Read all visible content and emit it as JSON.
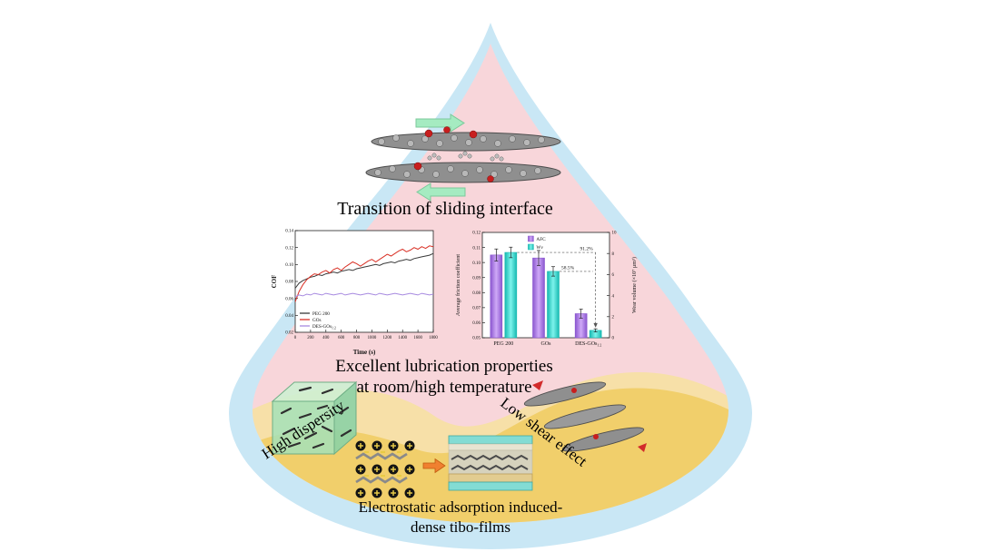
{
  "labels": {
    "transition": "Transition of sliding interface",
    "lubrication_line1": "Excellent lubrication  properties",
    "lubrication_line2": "at room/high temperature",
    "high_dispersity": "High  dispersity",
    "low_shear": "Low shear effect",
    "electrostatic_line1": "Electrostatic adsorption induced-",
    "electrostatic_line2": "dense tibo-films"
  },
  "colors": {
    "droplet_outer_blue": "#c9e7f5",
    "droplet_inner_pink": "#f8d6da",
    "sand_light": "#f7e0a8",
    "sand_deep": "#f1cf6b",
    "arrow_green": "#a5ebc1",
    "afc_purple": "#8a56cf",
    "wv_cyan": "#17b9b1",
    "go_red": "#c81e1e"
  },
  "chart_data": [
    {
      "type": "line",
      "title": "",
      "xlabel": "Time (s)",
      "ylabel": "COF",
      "xlim": [
        0,
        1800
      ],
      "ylim": [
        0.02,
        0.14
      ],
      "xticks": [
        0,
        200,
        400,
        600,
        800,
        1000,
        1200,
        1400,
        1600,
        1800
      ],
      "yticks": [
        0.02,
        0.04,
        0.06,
        0.08,
        0.1,
        0.12,
        0.14
      ],
      "x_step": 50,
      "legend_position": "bottom-left",
      "grid": false,
      "series": [
        {
          "name": "PEG 200",
          "color": "#3a3a3a",
          "values": [
            0.072,
            0.078,
            0.081,
            0.083,
            0.085,
            0.086,
            0.088,
            0.087,
            0.089,
            0.09,
            0.091,
            0.09,
            0.092,
            0.093,
            0.094,
            0.093,
            0.095,
            0.096,
            0.097,
            0.098,
            0.099,
            0.1,
            0.099,
            0.101,
            0.102,
            0.103,
            0.102,
            0.104,
            0.105,
            0.106,
            0.105,
            0.107,
            0.108,
            0.109,
            0.11,
            0.111,
            0.113
          ]
        },
        {
          "name": "GOs",
          "color": "#d93025",
          "values": [
            0.056,
            0.068,
            0.076,
            0.082,
            0.086,
            0.089,
            0.088,
            0.091,
            0.093,
            0.09,
            0.094,
            0.096,
            0.093,
            0.097,
            0.1,
            0.103,
            0.101,
            0.098,
            0.101,
            0.104,
            0.106,
            0.103,
            0.106,
            0.109,
            0.112,
            0.11,
            0.113,
            0.116,
            0.118,
            0.115,
            0.117,
            0.12,
            0.118,
            0.121,
            0.119,
            0.122,
            0.121
          ]
        },
        {
          "name": "DES-GOs",
          "name_sub": "1:2",
          "color": "#a78ae0",
          "values": [
            0.062,
            0.064,
            0.063,
            0.065,
            0.064,
            0.066,
            0.065,
            0.064,
            0.066,
            0.065,
            0.064,
            0.065,
            0.066,
            0.064,
            0.065,
            0.066,
            0.065,
            0.064,
            0.065,
            0.066,
            0.065,
            0.064,
            0.066,
            0.065,
            0.064,
            0.065,
            0.066,
            0.065,
            0.064,
            0.065,
            0.066,
            0.065,
            0.064,
            0.066,
            0.065,
            0.064,
            0.065
          ]
        }
      ]
    },
    {
      "type": "bar",
      "categories": [
        {
          "label": "PEG 200"
        },
        {
          "label": "GOs"
        },
        {
          "label": "DES-GOs",
          "sub": "1:2"
        }
      ],
      "left_axis": {
        "label": "Average friction coefficient",
        "min": 0.05,
        "max": 0.12,
        "ticks": [
          0.05,
          0.06,
          0.07,
          0.08,
          0.09,
          0.1,
          0.11,
          0.12
        ]
      },
      "right_axis": {
        "label": "Wear volume (×10⁷ μm³)",
        "min": 0,
        "max": 10,
        "ticks": [
          0,
          2,
          4,
          6,
          8,
          10
        ]
      },
      "series": [
        {
          "name": "AFC",
          "axis": "left",
          "light": "#cfa9f7",
          "dark": "#8a56cf",
          "values": [
            0.105,
            0.103,
            0.066
          ],
          "errors": [
            0.004,
            0.005,
            0.003
          ]
        },
        {
          "name": "Wv",
          "axis": "right",
          "light": "#7df3ec",
          "dark": "#17b9b1",
          "values": [
            8.1,
            6.3,
            0.7
          ],
          "errors": [
            0.5,
            0.45,
            0.15
          ]
        }
      ],
      "annotations": [
        {
          "text": "58.5%"
        },
        {
          "text": "91.2%"
        }
      ],
      "legend_position": "top-center"
    }
  ]
}
